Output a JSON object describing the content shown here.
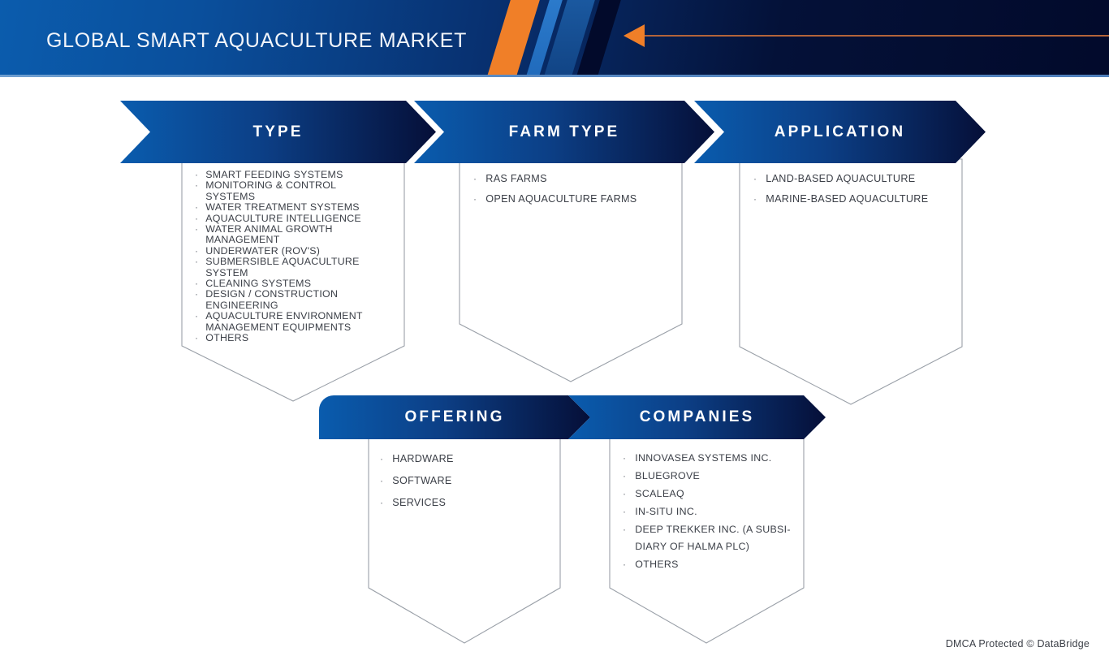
{
  "header": {
    "title": "GLOBAL SMART AQUACULTURE MARKET",
    "accent_orange": "#f07f28",
    "accent_line": "#b4643a",
    "bg_from": "#0b5cad",
    "bg_to": "#020a2b",
    "arrow_icon": "left-arrow-icon"
  },
  "banner_colors": {
    "from": "#0a5cae",
    "to": "#050f38"
  },
  "sections": [
    {
      "id": "type",
      "label": "TYPE",
      "items": [
        "SMART FEEDING SYSTEMS",
        "MONITORING & CONTROL SYSTEMS",
        "WATER TREATMENT SYSTEMS",
        "AQUACULTURE INTELLIGENCE",
        "WATER ANIMAL GROWTH MANAGEMENT",
        "UNDERWATER (ROV'S)",
        "SUBMERSIBLE AQUACULTURE SYSTEM",
        "CLEANING SYSTEMS",
        "DESIGN / CONSTRUCTION ENGINEERING",
        "AQUACULTURE ENVIRONMENT MANAGEMENT EQUIPMENTS",
        "OTHERS"
      ]
    },
    {
      "id": "farm-type",
      "label": "FARM TYPE",
      "items": [
        "RAS FARMS",
        "OPEN AQUACULTURE FARMS"
      ]
    },
    {
      "id": "application",
      "label": "APPLICATION",
      "items": [
        "LAND-BASED AQUACULTURE",
        "MARINE-BASED AQUACULTURE"
      ]
    },
    {
      "id": "offering",
      "label": "OFFERING",
      "items": [
        "HARDWARE",
        "SOFTWARE",
        "SERVICES"
      ]
    },
    {
      "id": "companies",
      "label": "COMPANIES",
      "items": [
        "INNOVASEA SYSTEMS INC.",
        "BLUEGROVE",
        "SCALEAQ",
        "IN-SITU INC.",
        "DEEP TREKKER INC. (A SUBSI-DIARY OF HALMA PLC)",
        "OTHERS"
      ]
    }
  ],
  "footer": {
    "copyright": "DMCA Protected © DataBridge"
  }
}
